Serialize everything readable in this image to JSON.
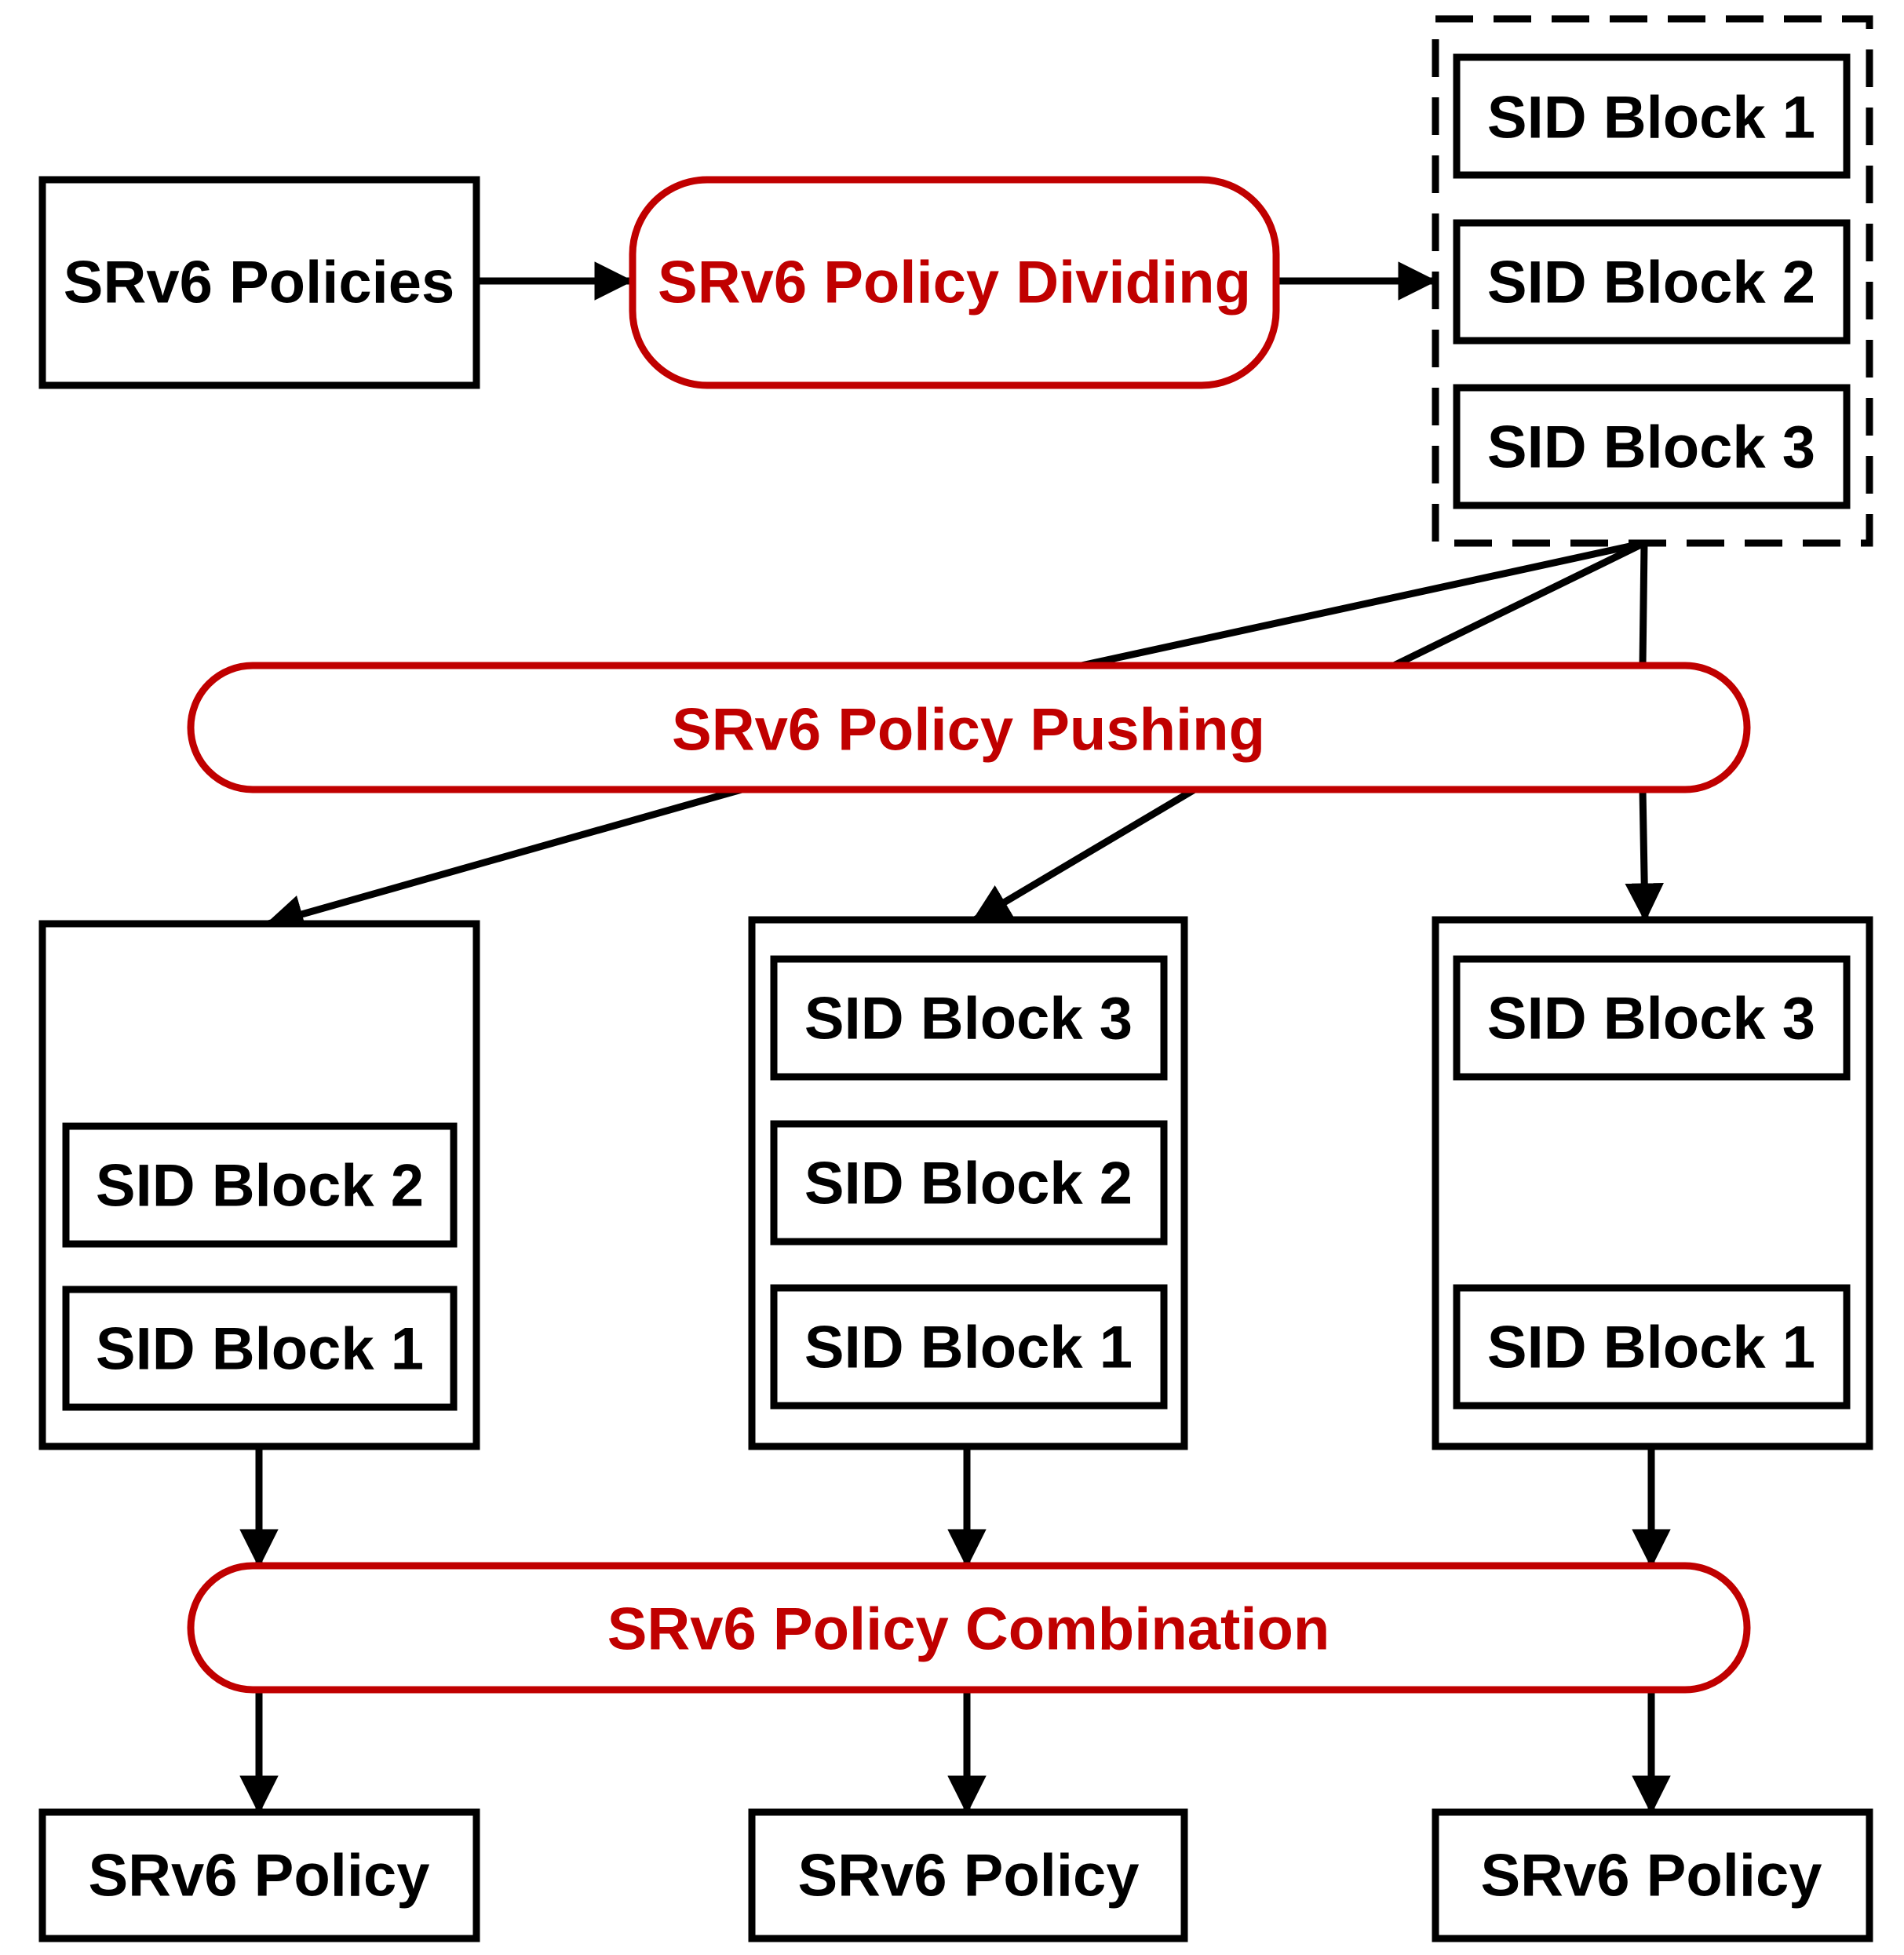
{
  "nodes": {
    "policies": "SRv6 Policies",
    "dividing": "SRv6 Policy Dividing",
    "pushing": "SRv6 Policy Pushing",
    "combination": "SRv6 Policy Combination",
    "block1": "SID Block 1",
    "block2": "SID Block 2",
    "block3": "SID Block 3",
    "result": "SRv6 Policy"
  },
  "colors": {
    "process": "#c00000",
    "line": "#000000"
  }
}
